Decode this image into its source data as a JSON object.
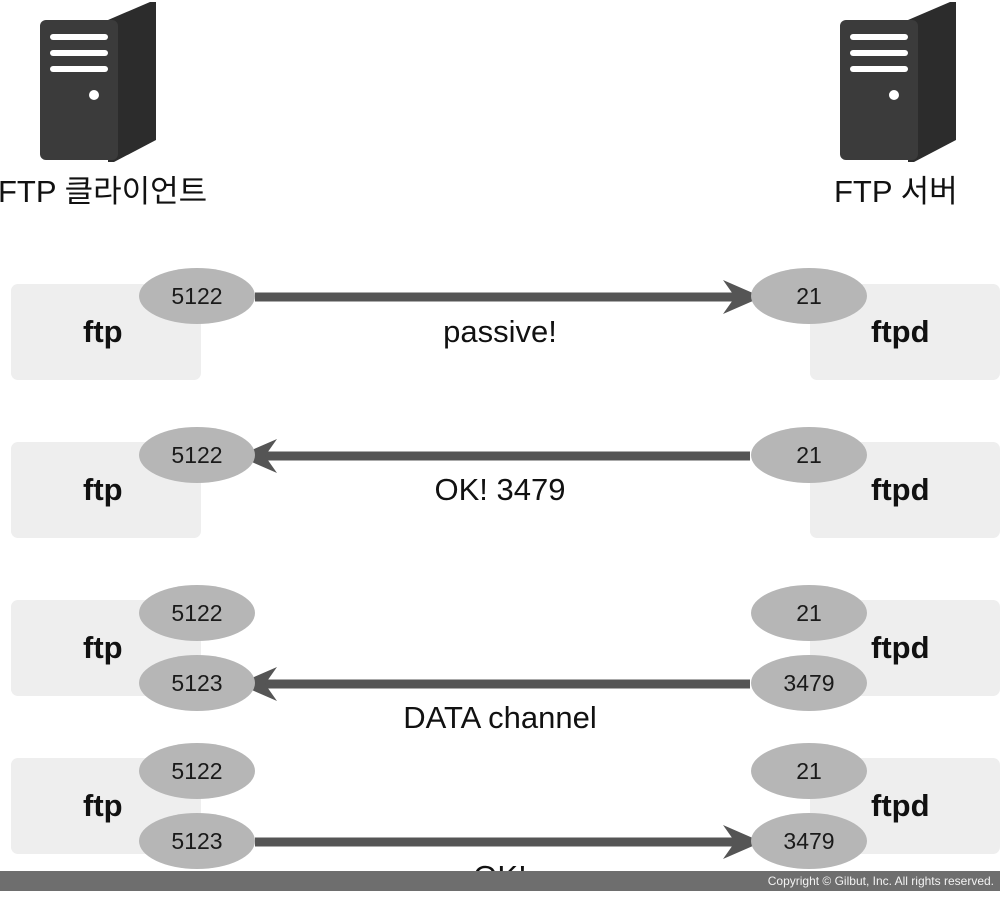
{
  "client": {
    "label": "FTP 클라이언트",
    "process": "ftp"
  },
  "server": {
    "label": "FTP 서버",
    "process": "ftpd"
  },
  "steps": [
    {
      "client_ports": [
        "5122"
      ],
      "server_ports": [
        "21"
      ],
      "message": "passive!",
      "direction": "client-to-server"
    },
    {
      "client_ports": [
        "5122"
      ],
      "server_ports": [
        "21"
      ],
      "message": "OK! 3479",
      "direction": "server-to-client"
    },
    {
      "client_ports": [
        "5122",
        "5123"
      ],
      "server_ports": [
        "21",
        "3479"
      ],
      "message": "DATA channel",
      "direction": "server-to-client"
    },
    {
      "client_ports": [
        "5122",
        "5123"
      ],
      "server_ports": [
        "21",
        "3479"
      ],
      "message": "OK!",
      "direction": "client-to-server"
    }
  ],
  "copyright": "Copyright © Gilbut, Inc. All rights reserved.",
  "colors": {
    "arrow": "#555555",
    "port": "#b6b6b6",
    "box": "#eeeeee",
    "icon": "#3b3b3b",
    "footer": "#6e6e6e"
  }
}
